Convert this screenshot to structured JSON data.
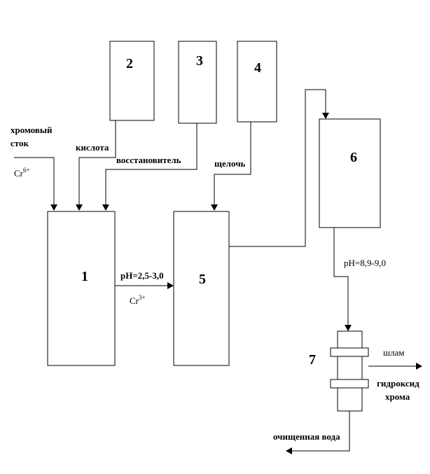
{
  "boxes": {
    "b1": "1",
    "b2": "2",
    "b3": "3",
    "b4": "4",
    "b5": "5",
    "b6": "6",
    "b7": "7"
  },
  "labels": {
    "chrome_drain_1": "хромовый",
    "chrome_drain_2": "сток",
    "cr6_base": "Cr",
    "cr6_sup": "6+",
    "acid": "кислота",
    "reducer": "восстановитель",
    "alkali": "щелочь",
    "ph1": "pH=2,5-3,0",
    "cr3_base": "Cr",
    "cr3_sup": "3+",
    "ph2": "pH=8,9-9,0",
    "sludge": "шлам",
    "hydroxide_1": "гидроксид",
    "hydroxide_2": "хрома",
    "clean_water": "очищенная вода"
  }
}
